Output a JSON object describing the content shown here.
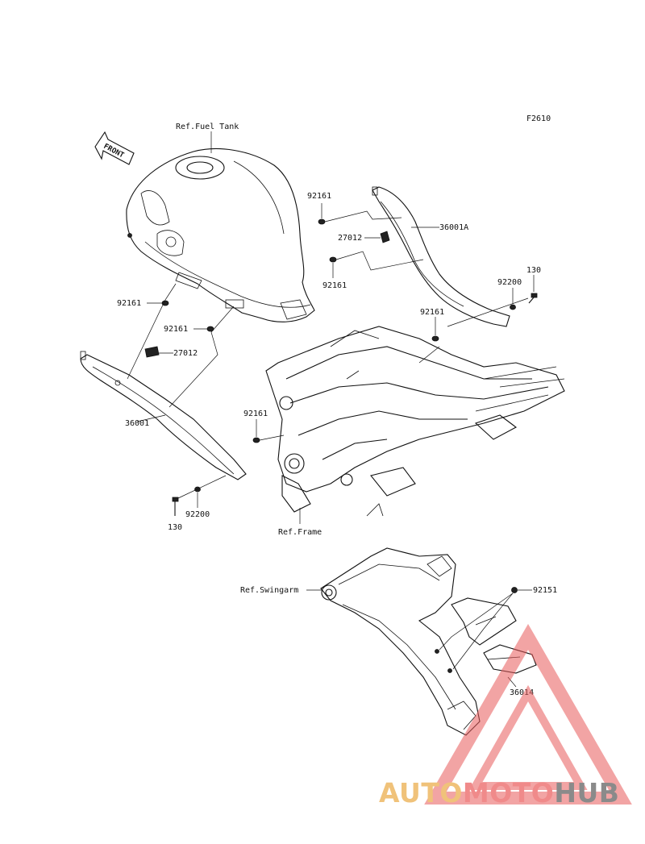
{
  "figure_code": "F2610",
  "front_arrow_label": "FRONT",
  "references": {
    "fuel_tank": "Ref.Fuel Tank",
    "frame": "Ref.Frame",
    "swingarm": "Ref.Swingarm"
  },
  "parts": {
    "collar_right_upper": "92161",
    "pad_right": "27012",
    "cover_right": "36001A",
    "collar_right_lower": "92161",
    "bolt_right_qty": "130",
    "washer_right": "92200",
    "collar_frame_right": "92161",
    "collar_left_upper": "92161",
    "collar_left_mid": "92161",
    "pad_left": "27012",
    "cover_left": "36001",
    "collar_frame_left": "92161",
    "bolt_left_qty": "130",
    "washer_left": "92200",
    "nut_swingarm": "92151",
    "swingarm_cover": "36014"
  },
  "watermark": {
    "part1": "AUTO",
    "part2": "MOTO",
    "part3": "HUB",
    "color_auto": "#f0c27a",
    "color_moto": "#f08a8a",
    "color_hub": "#8a8a8a",
    "logo_color": "#e85a5a"
  }
}
